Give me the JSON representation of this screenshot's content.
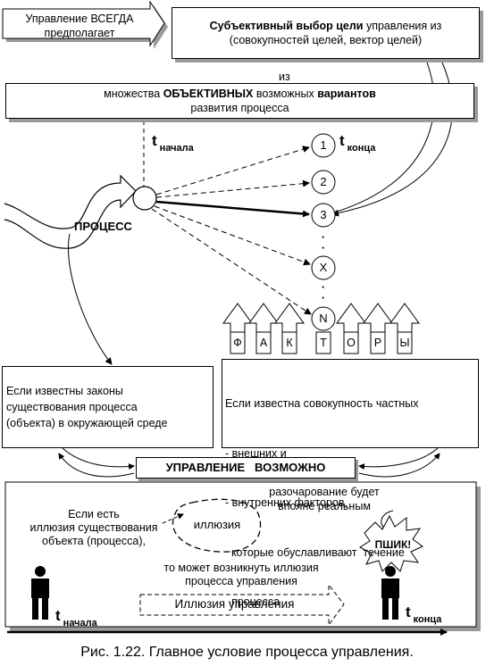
{
  "top_arrow": {
    "line1": "Управление ВСЕГДА",
    "line2": "предполагает"
  },
  "goal_box": {
    "bold": "Субъективный выбор цели",
    "rest": " управления из",
    "line2": "(совокупностей целей, вектор целей)"
  },
  "from_label": "из",
  "variants_box": {
    "pre": "множества ",
    "bold1": "ОБЪЕКТИВНЫХ",
    "mid": " возможных ",
    "bold2": "вариантов",
    "line2": "развития процесса"
  },
  "t_start": {
    "t": "t",
    "sub": "начала"
  },
  "t_end": {
    "t": "t",
    "sub": "конца"
  },
  "variants": [
    "1",
    "2",
    "3",
    "X",
    "N"
  ],
  "dots": "·",
  "process_label": "ПРОЦЕСС",
  "factor_letters": [
    "Ф",
    "А",
    "К",
    "Т",
    "О",
    "Р",
    "Ы"
  ],
  "left_box": {
    "lines": [
      "Если известны законы",
      "существования процесса",
      "(объекта) в окружающей среде"
    ]
  },
  "right_box": {
    "lines": [
      "Если известна совокупность частных",
      "- внешних и",
      "- внутренних факторов,",
      "  которые обуславливают  течение",
      "  процесса"
    ]
  },
  "control_possible": "УПРАВЛЕНИЕ   ВОЗМОЖНО",
  "bottom": {
    "if_illusion": [
      "Если есть",
      "иллюзия существования",
      "объекта (процесса),"
    ],
    "illusion_word": "иллюзия",
    "disappointment": [
      "разочарование будет",
      "вполне реальным"
    ],
    "pshik": "ПШИК!",
    "may_arise": [
      "то может возникнуть иллюзия",
      "процесса управления"
    ],
    "illusion_control": "Иллюзия управления",
    "t_start": {
      "t": "t",
      "sub": "начала"
    },
    "t_end": {
      "t": "t",
      "sub": "конца"
    }
  },
  "caption": "Рис. 1.22. Главное условие процесса управления."
}
